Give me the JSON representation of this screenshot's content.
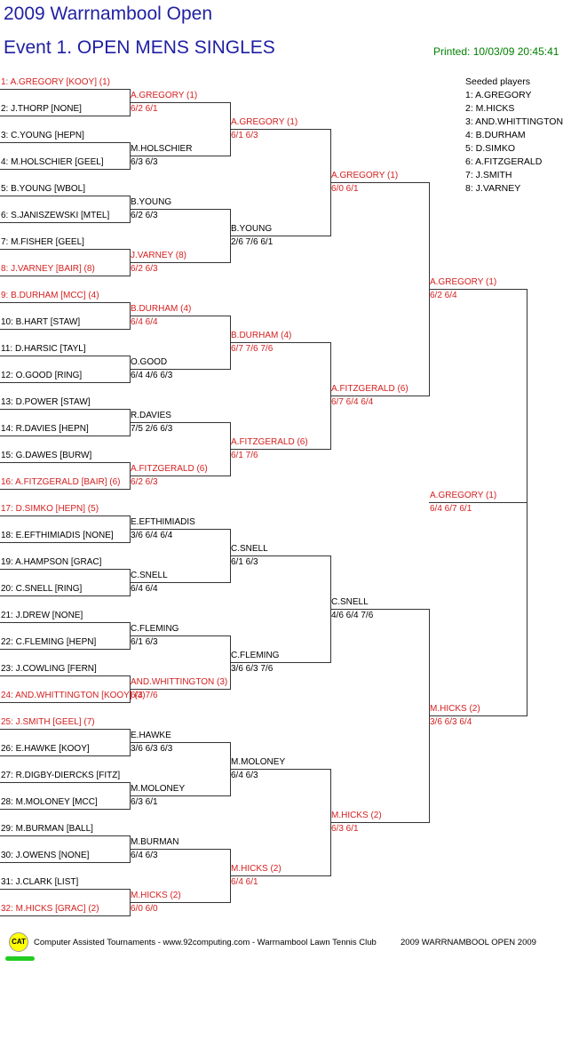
{
  "header": {
    "tournament": "2009 Warrnambool Open",
    "event": "Event 1. OPEN MENS SINGLES",
    "printed": "Printed: 10/03/09 20:45:41"
  },
  "seeded": {
    "title": "Seeded players",
    "list": [
      "1: A.GREGORY",
      "2: M.HICKS",
      "3: AND.WHITTINGTON",
      "4: B.DURHAM",
      "5: D.SIMKO",
      "6: A.FITZGERALD",
      "7: J.SMITH",
      "8: J.VARNEY"
    ]
  },
  "rounds": [
    [
      {
        "name": "1: A.GREGORY [KOOY] (1)",
        "seed": true
      },
      {
        "name": "2: J.THORP [NONE]",
        "seed": false
      },
      {
        "name": "3: C.YOUNG [HEPN]",
        "seed": false
      },
      {
        "name": "4: M.HOLSCHIER [GEEL]",
        "seed": false
      },
      {
        "name": "5: B.YOUNG [WBOL]",
        "seed": false
      },
      {
        "name": "6: S.JANISZEWSKI [MTEL]",
        "seed": false
      },
      {
        "name": "7: M.FISHER [GEEL]",
        "seed": false
      },
      {
        "name": "8: J.VARNEY [BAIR] (8)",
        "seed": true
      },
      {
        "name": "9: B.DURHAM [MCC] (4)",
        "seed": true
      },
      {
        "name": "10: B.HART [STAW]",
        "seed": false
      },
      {
        "name": "11: D.HARSIC [TAYL]",
        "seed": false
      },
      {
        "name": "12: O.GOOD [RING]",
        "seed": false
      },
      {
        "name": "13: D.POWER [STAW]",
        "seed": false
      },
      {
        "name": "14: R.DAVIES [HEPN]",
        "seed": false
      },
      {
        "name": "15: G.DAWES [BURW]",
        "seed": false
      },
      {
        "name": "16: A.FITZGERALD [BAIR] (6)",
        "seed": true
      },
      {
        "name": "17: D.SIMKO [HEPN] (5)",
        "seed": true
      },
      {
        "name": "18: E.EFTHIMIADIS [NONE]",
        "seed": false
      },
      {
        "name": "19: A.HAMPSON [GRAC]",
        "seed": false
      },
      {
        "name": "20: C.SNELL [RING]",
        "seed": false
      },
      {
        "name": "21: J.DREW [NONE]",
        "seed": false
      },
      {
        "name": "22: C.FLEMING [HEPN]",
        "seed": false
      },
      {
        "name": "23: J.COWLING [FERN]",
        "seed": false
      },
      {
        "name": "24: AND.WHITTINGTON [KOOY] (3)",
        "seed": true
      },
      {
        "name": "25: J.SMITH [GEEL] (7)",
        "seed": true
      },
      {
        "name": "26: E.HAWKE [KOOY]",
        "seed": false
      },
      {
        "name": "27: R.DIGBY-DIERCKS [FITZ]",
        "seed": false
      },
      {
        "name": "28: M.MOLONEY [MCC]",
        "seed": false
      },
      {
        "name": "29: M.BURMAN [BALL]",
        "seed": false
      },
      {
        "name": "30: J.OWENS [NONE]",
        "seed": false
      },
      {
        "name": "31: J.CLARK [LIST]",
        "seed": false
      },
      {
        "name": "32: M.HICKS [GRAC] (2)",
        "seed": true
      }
    ],
    [
      {
        "name": "A.GREGORY (1)",
        "score": "6/2 6/1",
        "seed": true
      },
      {
        "name": "M.HOLSCHIER",
        "score": "6/3 6/3",
        "seed": false
      },
      {
        "name": "B.YOUNG",
        "score": "6/2 6/3",
        "seed": false
      },
      {
        "name": "J.VARNEY (8)",
        "score": "6/2 6/3",
        "seed": true
      },
      {
        "name": "B.DURHAM (4)",
        "score": "6/4 6/4",
        "seed": true
      },
      {
        "name": "O.GOOD",
        "score": "6/4 4/6 6/3",
        "seed": false
      },
      {
        "name": "R.DAVIES",
        "score": "7/5 2/6 6/3",
        "seed": false
      },
      {
        "name": "A.FITZGERALD (6)",
        "score": "6/2 6/3",
        "seed": true
      },
      {
        "name": "E.EFTHIMIADIS",
        "score": "3/6 6/4 6/4",
        "seed": false
      },
      {
        "name": "C.SNELL",
        "score": "6/4 6/4",
        "seed": false
      },
      {
        "name": "C.FLEMING",
        "score": "6/1 6/3",
        "seed": false
      },
      {
        "name": "AND.WHITTINGTON (3)",
        "score": "6/4 7/6",
        "seed": true
      },
      {
        "name": "E.HAWKE",
        "score": "3/6 6/3 6/3",
        "seed": false
      },
      {
        "name": "M.MOLONEY",
        "score": "6/3 6/1",
        "seed": false
      },
      {
        "name": "M.BURMAN",
        "score": "6/4 6/3",
        "seed": false
      },
      {
        "name": "M.HICKS (2)",
        "score": "6/0 6/0",
        "seed": true
      }
    ],
    [
      {
        "name": "A.GREGORY (1)",
        "score": "6/1 6/3",
        "seed": true
      },
      {
        "name": "B.YOUNG",
        "score": "2/6 7/6 6/1",
        "seed": false
      },
      {
        "name": "B.DURHAM (4)",
        "score": "6/7 7/6 7/6",
        "seed": true
      },
      {
        "name": "A.FITZGERALD (6)",
        "score": "6/1 7/6",
        "seed": true
      },
      {
        "name": "C.SNELL",
        "score": "6/1 6/3",
        "seed": false
      },
      {
        "name": "C.FLEMING",
        "score": "3/6 6/3 7/6",
        "seed": false
      },
      {
        "name": "M.MOLONEY",
        "score": "6/4 6/3",
        "seed": false
      },
      {
        "name": "M.HICKS (2)",
        "score": "6/4 6/1",
        "seed": true
      }
    ],
    [
      {
        "name": "A.GREGORY (1)",
        "score": "6/0 6/1",
        "seed": true
      },
      {
        "name": "A.FITZGERALD (6)",
        "score": "6/7 6/4 6/4",
        "seed": true
      },
      {
        "name": "C.SNELL",
        "score": "4/6 6/4 7/6",
        "seed": false
      },
      {
        "name": "M.HICKS (2)",
        "score": "6/3 6/1",
        "seed": true
      }
    ],
    [
      {
        "name": "A.GREGORY (1)",
        "score": "6/2 6/4",
        "seed": true
      },
      {
        "name": "M.HICKS (2)",
        "score": "3/6 6/3 6/4",
        "seed": true
      }
    ],
    [
      {
        "name": "A.GREGORY (1)",
        "score": "6/4 6/7 6/1",
        "seed": true
      }
    ]
  ],
  "footer": {
    "logo": "CAT",
    "credit": "Computer Assisted Tournaments - www.92computing.com -  Warrnambool Lawn Tennis Club",
    "event": "2009 WARRNAMBOOL OPEN 2009"
  }
}
